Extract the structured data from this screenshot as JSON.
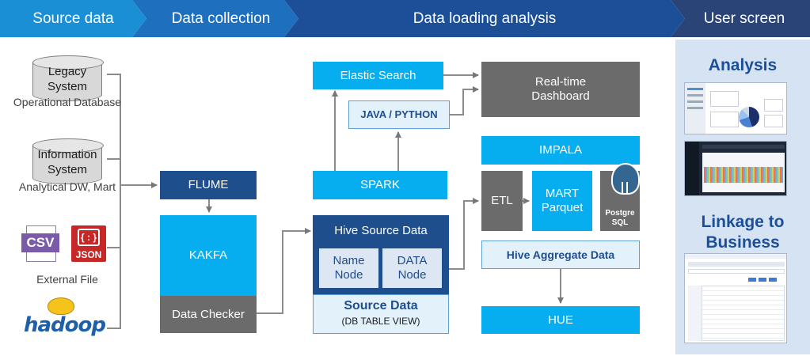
{
  "stages": [
    "Source data",
    "Data collection",
    "Data loading analysis",
    "User screen"
  ],
  "sources": {
    "legacy": {
      "title": "Legacy System",
      "desc": "Operational Database"
    },
    "information": {
      "title": "Information System",
      "desc": "Analytical DW, Mart"
    },
    "external": {
      "csv_icon": "CSV",
      "json_icon": "JSON",
      "desc": "External File"
    },
    "hadoop": {
      "logo": "hadoop"
    }
  },
  "collection": {
    "flume": "FLUME",
    "kafka": "KAKFA",
    "data_checker": "Data Checker"
  },
  "analysis": {
    "elastic_search": "Elastic Search",
    "java_python": "JAVA / PYTHON",
    "spark": "SPARK",
    "hive_source_title": "Hive Source Data",
    "name_node": "Name Node",
    "data_node": "DATA Node",
    "source_data": "Source Data",
    "db_table_view": "(DB TABLE VIEW)",
    "realtime_dashboard": "Real-time Dashboard",
    "impala": "IMPALA",
    "etl": "ETL",
    "mart_parquet": "MART Parquet",
    "postgresql": "Postgre SQL",
    "hive_aggregate": "Hive Aggregate Data",
    "hue": "HUE"
  },
  "user_screen": {
    "analysis_title": "Analysis",
    "linkage_title": "Linkage to Business"
  },
  "colors": {
    "cyan": "#06aeef",
    "navy": "#1f4e8c",
    "gray": "#6b6b6b",
    "panel": "#d6e3f2"
  }
}
